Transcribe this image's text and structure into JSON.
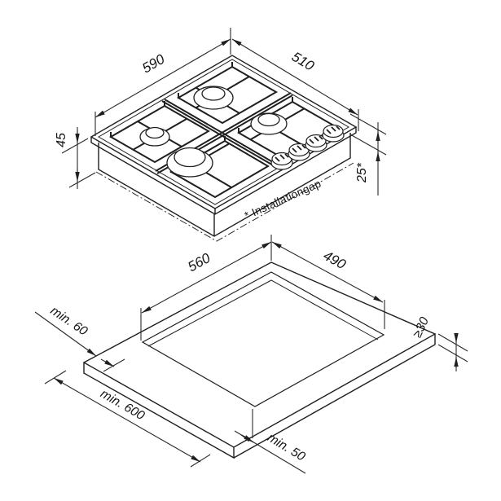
{
  "diagram": {
    "hob": {
      "width": "590",
      "depth": "510",
      "height": "45",
      "gap": "25*",
      "gap_note": "* Installationgap"
    },
    "worktop": {
      "cutout_width": "560",
      "cutout_depth": "490",
      "rear_clearance": "min. 60",
      "thickness": "≥30",
      "min_width": "min. 600",
      "front_clearance": "min. 50"
    }
  }
}
